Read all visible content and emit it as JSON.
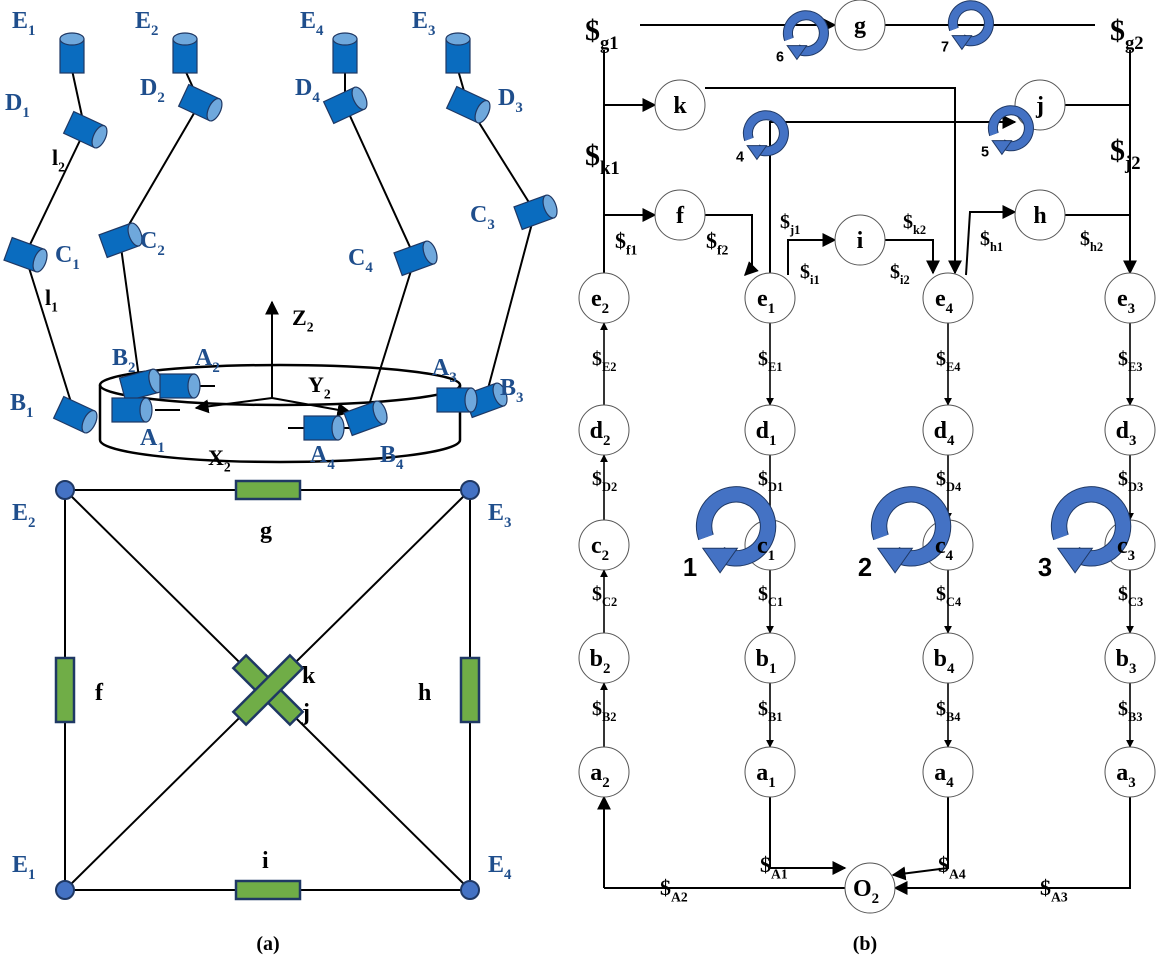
{
  "colors": {
    "cylinder": "#0a6cbf",
    "cylinder_end": "#6fa8dc",
    "joint_label": "#1f4e8c",
    "green_element": "#70ad47",
    "element_border": "#1f3864",
    "loop_arrow": "#4472c4"
  },
  "captions": {
    "a": "(a)",
    "b": "(b)"
  },
  "mechanism": {
    "joints": [
      {
        "id": "E1",
        "l": "E",
        "s": "1"
      },
      {
        "id": "E2",
        "l": "E",
        "s": "2"
      },
      {
        "id": "E4",
        "l": "E",
        "s": "4"
      },
      {
        "id": "E3",
        "l": "E",
        "s": "3"
      },
      {
        "id": "D1",
        "l": "D",
        "s": "1"
      },
      {
        "id": "D2",
        "l": "D",
        "s": "2"
      },
      {
        "id": "D4",
        "l": "D",
        "s": "4"
      },
      {
        "id": "D3",
        "l": "D",
        "s": "3"
      },
      {
        "id": "C1",
        "l": "C",
        "s": "1"
      },
      {
        "id": "C2",
        "l": "C",
        "s": "2"
      },
      {
        "id": "C4",
        "l": "C",
        "s": "4"
      },
      {
        "id": "C3",
        "l": "C",
        "s": "3"
      },
      {
        "id": "B1",
        "l": "B",
        "s": "1"
      },
      {
        "id": "B2",
        "l": "B",
        "s": "2"
      },
      {
        "id": "B4",
        "l": "B",
        "s": "4"
      },
      {
        "id": "B3",
        "l": "B",
        "s": "3"
      },
      {
        "id": "A1",
        "l": "A",
        "s": "1"
      },
      {
        "id": "A2",
        "l": "A",
        "s": "2"
      },
      {
        "id": "A4",
        "l": "A",
        "s": "4"
      },
      {
        "id": "A3",
        "l": "A",
        "s": "3"
      }
    ],
    "links": [
      {
        "id": "l2",
        "l": "l",
        "s": "2"
      },
      {
        "id": "l1",
        "l": "l",
        "s": "1"
      }
    ],
    "axes": [
      {
        "id": "Z",
        "l": "Z",
        "s": "2"
      },
      {
        "id": "X",
        "l": "X",
        "s": "2"
      },
      {
        "id": "Y",
        "l": "Y",
        "s": "2"
      }
    ]
  },
  "graph": {
    "vertices": [
      {
        "id": "E1",
        "l": "E",
        "s": "1"
      },
      {
        "id": "E2",
        "l": "E",
        "s": "2"
      },
      {
        "id": "E3",
        "l": "E",
        "s": "3"
      },
      {
        "id": "E4",
        "l": "E",
        "s": "4"
      }
    ],
    "elements": [
      "g",
      "f",
      "h",
      "i",
      "k",
      "j"
    ]
  },
  "screw_symbol": "$",
  "network": {
    "nodes": [
      {
        "id": "g",
        "l": "g",
        "s": ""
      },
      {
        "id": "k",
        "l": "k",
        "s": ""
      },
      {
        "id": "j",
        "l": "j",
        "s": ""
      },
      {
        "id": "f",
        "l": "f",
        "s": ""
      },
      {
        "id": "i",
        "l": "i",
        "s": ""
      },
      {
        "id": "h",
        "l": "h",
        "s": ""
      },
      {
        "id": "e2",
        "l": "e",
        "s": "2"
      },
      {
        "id": "e1",
        "l": "e",
        "s": "1"
      },
      {
        "id": "e4",
        "l": "e",
        "s": "4"
      },
      {
        "id": "e3",
        "l": "e",
        "s": "3"
      },
      {
        "id": "d2",
        "l": "d",
        "s": "2"
      },
      {
        "id": "d1",
        "l": "d",
        "s": "1"
      },
      {
        "id": "d4",
        "l": "d",
        "s": "4"
      },
      {
        "id": "d3",
        "l": "d",
        "s": "3"
      },
      {
        "id": "c2",
        "l": "c",
        "s": "2"
      },
      {
        "id": "c1",
        "l": "c",
        "s": "1"
      },
      {
        "id": "c4",
        "l": "c",
        "s": "4"
      },
      {
        "id": "c3",
        "l": "c",
        "s": "3"
      },
      {
        "id": "b2",
        "l": "b",
        "s": "2"
      },
      {
        "id": "b1",
        "l": "b",
        "s": "1"
      },
      {
        "id": "b4",
        "l": "b",
        "s": "4"
      },
      {
        "id": "b3",
        "l": "b",
        "s": "3"
      },
      {
        "id": "a2",
        "l": "a",
        "s": "2"
      },
      {
        "id": "a1",
        "l": "a",
        "s": "1"
      },
      {
        "id": "a4",
        "l": "a",
        "s": "4"
      },
      {
        "id": "a3",
        "l": "a",
        "s": "3"
      },
      {
        "id": "O2",
        "l": "O",
        "s": "2"
      }
    ],
    "screws": [
      "g1",
      "g2",
      "k1",
      "j2",
      "f1",
      "f2",
      "j1",
      "i1",
      "k2",
      "i2",
      "h1",
      "h2",
      "E2",
      "E1",
      "E4",
      "E3",
      "D2",
      "D1",
      "D4",
      "D3",
      "C2",
      "C1",
      "C4",
      "C3",
      "B2",
      "B1",
      "B4",
      "B3",
      "A2",
      "A1",
      "A4",
      "A3"
    ],
    "loops": [
      "1",
      "2",
      "3",
      "4",
      "5",
      "6",
      "7"
    ]
  }
}
